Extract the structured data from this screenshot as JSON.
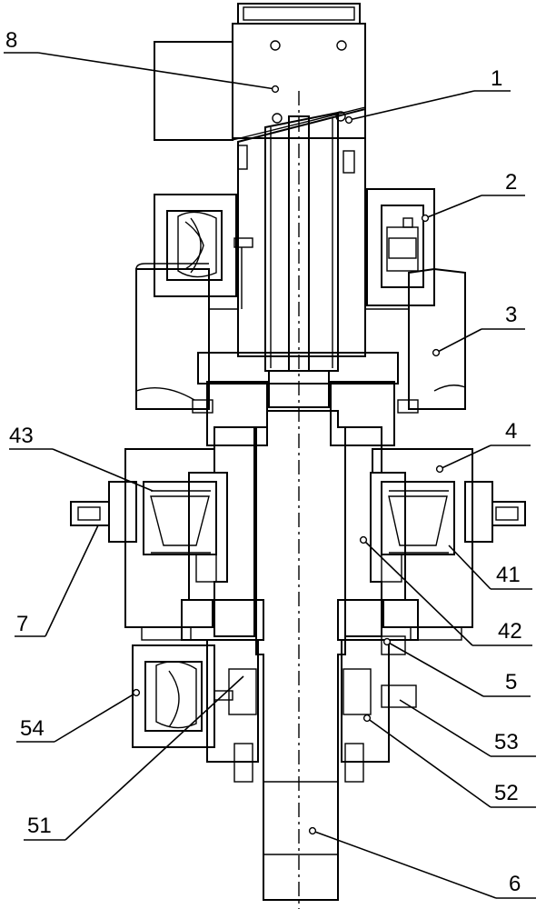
{
  "figure": {
    "labels": {
      "l1": "1",
      "l2": "2",
      "l3": "3",
      "l4": "4",
      "l41": "41",
      "l42": "42",
      "l43": "43",
      "l5": "5",
      "l51": "51",
      "l52": "52",
      "l53": "53",
      "l54": "54",
      "l6": "6",
      "l7": "7",
      "l8": "8"
    },
    "colors": {
      "line": "#000000",
      "background": "#ffffff"
    }
  }
}
